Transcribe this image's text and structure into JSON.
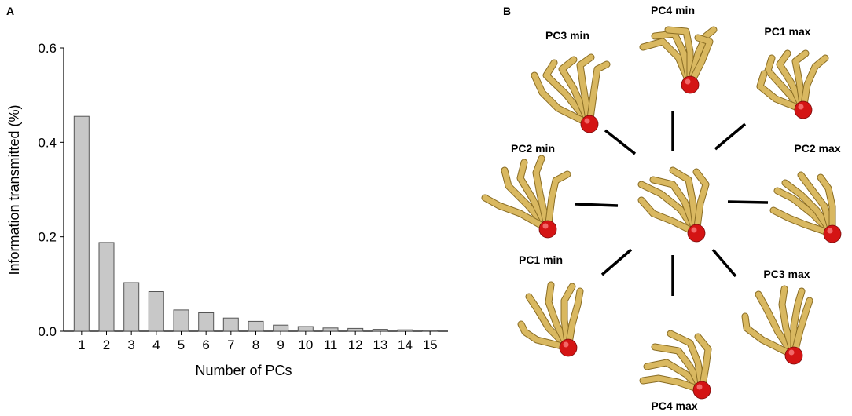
{
  "panels": {
    "a": "A",
    "b": "B"
  },
  "chart_data": {
    "type": "bar",
    "categories": [
      "1",
      "2",
      "3",
      "4",
      "5",
      "6",
      "7",
      "8",
      "9",
      "10",
      "11",
      "12",
      "13",
      "14",
      "15"
    ],
    "values": [
      0.455,
      0.188,
      0.103,
      0.084,
      0.045,
      0.039,
      0.028,
      0.021,
      0.013,
      0.01,
      0.007,
      0.006,
      0.004,
      0.003,
      0.002
    ],
    "xlabel": "Number of PCs",
    "ylabel": "Information transmitted (%)",
    "ylim": [
      0,
      0.6
    ],
    "yticks": [
      "0.0",
      "0.2",
      "0.4",
      "0.6"
    ],
    "grid": false,
    "bar_color": "#c8c8c8",
    "bar_edge_color": "#555555"
  },
  "poses": {
    "pc3_min": "PC3 min",
    "pc4_min": "PC4 min",
    "pc1_max": "PC1 max",
    "pc2_min": "PC2 min",
    "pc2_max": "PC2 max",
    "pc1_min": "PC1 min",
    "pc3_max": "PC3 max",
    "pc4_max": "PC4 max"
  },
  "hand_color": "#d9b860",
  "ball_color": "#d41414"
}
